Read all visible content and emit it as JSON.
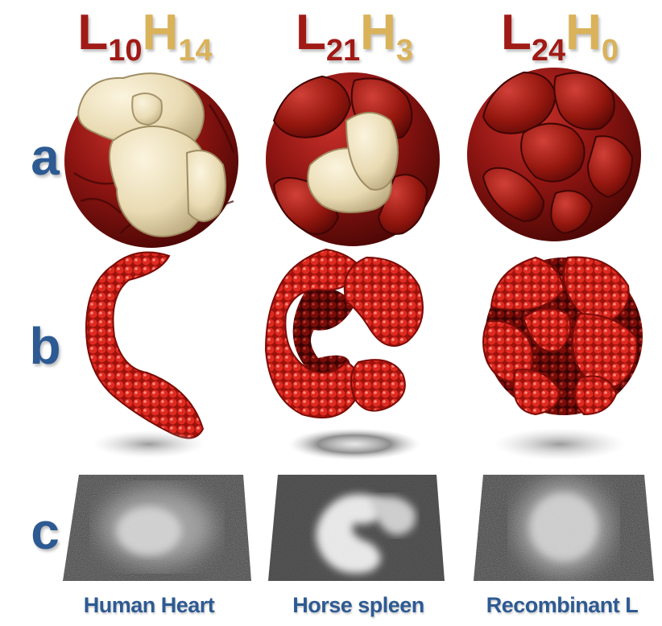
{
  "columns": [
    {
      "title_L": "L",
      "title_L_sub": "10",
      "title_H": "H",
      "title_H_sub": "14",
      "caption": "Human Heart"
    },
    {
      "title_L": "L",
      "title_L_sub": "21",
      "title_H": "H",
      "title_H_sub": "3",
      "caption": "Horse spleen"
    },
    {
      "title_L": "L",
      "title_L_sub": "24",
      "title_H": "H",
      "title_H_sub": "0",
      "caption": "Recombinant L"
    }
  ],
  "rows": [
    {
      "label": "a"
    },
    {
      "label": "b"
    },
    {
      "label": "c"
    }
  ],
  "colors": {
    "light_chain": "#8e1512",
    "heavy_chain": "#efe2bd",
    "atom_red": "#d51a12",
    "label_blue": "#2d5a92",
    "title_gold": "#d9b25a"
  }
}
